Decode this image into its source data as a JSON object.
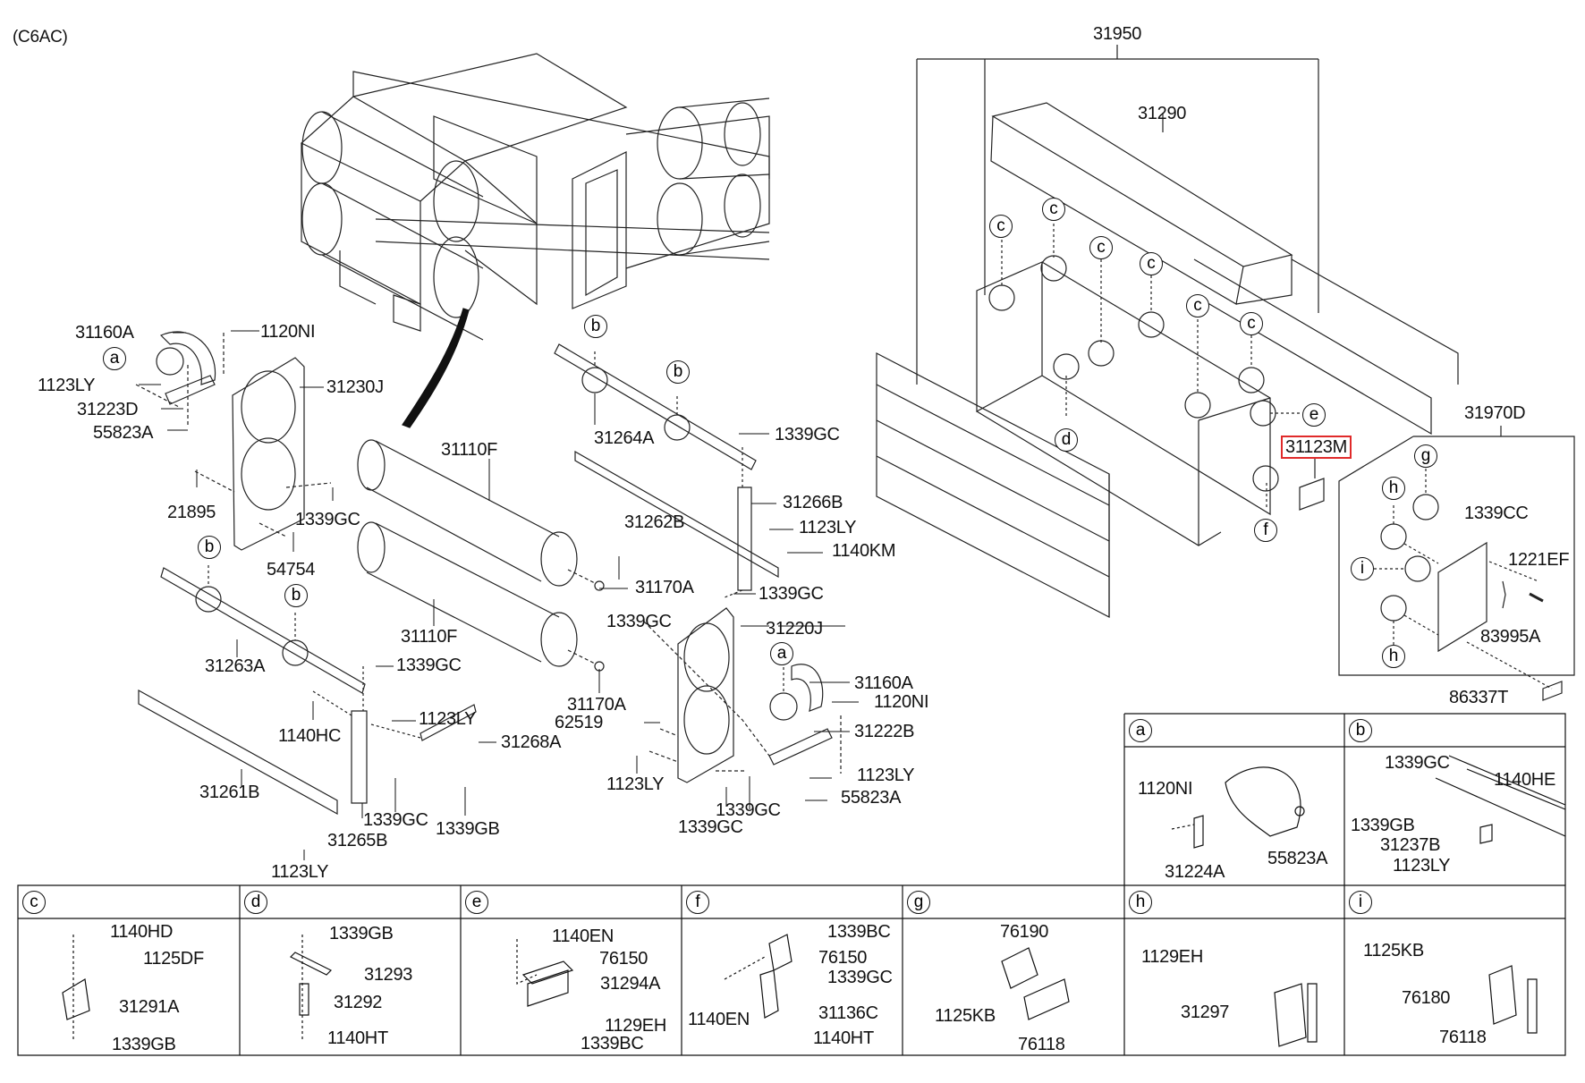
{
  "diagram": {
    "model_code": "(C6AC)",
    "highlighted_part": "31123M",
    "highlight_color": "#e02a2a",
    "main_labels": {
      "top_assembly": "31950",
      "cover": "31290",
      "label_plate": "31123M",
      "door_assembly": "31970D",
      "door_nut": "1339CC",
      "door_screw": "1221EF",
      "door_clip": "83995A",
      "door_label": "86337T",
      "left_band": "31160A",
      "left_bolt": "1120NI",
      "left_bolt2": "1123LY",
      "left_bracket": "31223D",
      "left_nut": "55823A",
      "left_plate": "31230J",
      "left_nut2": "21895",
      "left_nut3": "1339GC",
      "left_screw": "54754",
      "tank_upper": "31110F",
      "tank_lower": "31110F",
      "valve_upper": "31170A",
      "valve_lower": "31170A",
      "rail_upper": "31264A",
      "rail_upper_nut": "1339GC",
      "rail_long": "31262B",
      "bracket_266": "31266B",
      "bolt_1123_mid": "1123LY",
      "bolt_1140km": "1140KM",
      "nut_1339_mid": "1339GC",
      "rail_lower": "31263A",
      "nut_lower_rail": "1339GC",
      "bolt_1140hc": "1140HC",
      "bolt_1123_lower": "1123LY",
      "angle_268": "31268A",
      "rail_261": "31261B",
      "nut_lower_gc": "1339GC",
      "nut_lower_gb": "1339GB",
      "post_265": "31265B",
      "bolt_1123_bottom": "1123LY",
      "nut_right_gc": "1339GC",
      "plate_right": "31220J",
      "band_right": "31160A",
      "bolt_right": "1120NI",
      "bracket_right": "31222B",
      "bolt_62519": "62519",
      "bolt_1123_right1": "1123LY",
      "bolt_1123_right2": "1123LY",
      "nut_right_55823": "55823A",
      "nut_right_gc2": "1339GC",
      "nut_right_gc3": "1339GC"
    },
    "callouts": {
      "a": "a",
      "b": "b",
      "c": "c",
      "d": "d",
      "e": "e",
      "f": "f",
      "g": "g",
      "h": "h",
      "i": "i"
    },
    "detail_cells": [
      {
        "key": "a",
        "labels": [
          "1120NI",
          "31224A",
          "55823A"
        ]
      },
      {
        "key": "b",
        "labels": [
          "1339GC",
          "1140HE",
          "1339GB",
          "31237B",
          "1123LY"
        ]
      },
      {
        "key": "c",
        "labels": [
          "1140HD",
          "1125DF",
          "31291A",
          "1339GB"
        ]
      },
      {
        "key": "d",
        "labels": [
          "1339GB",
          "31293",
          "31292",
          "1140HT"
        ]
      },
      {
        "key": "e",
        "labels": [
          "1140EN",
          "76150",
          "31294A",
          "1129EH",
          "1339BC"
        ]
      },
      {
        "key": "f",
        "labels": [
          "1339BC",
          "76150",
          "1339GC",
          "1140EN",
          "31136C",
          "1140HT"
        ]
      },
      {
        "key": "g",
        "labels": [
          "76190",
          "1125KB",
          "76118"
        ]
      },
      {
        "key": "h",
        "labels": [
          "1129EH",
          "31297"
        ]
      },
      {
        "key": "i",
        "labels": [
          "1125KB",
          "76180",
          "76118"
        ]
      }
    ]
  }
}
